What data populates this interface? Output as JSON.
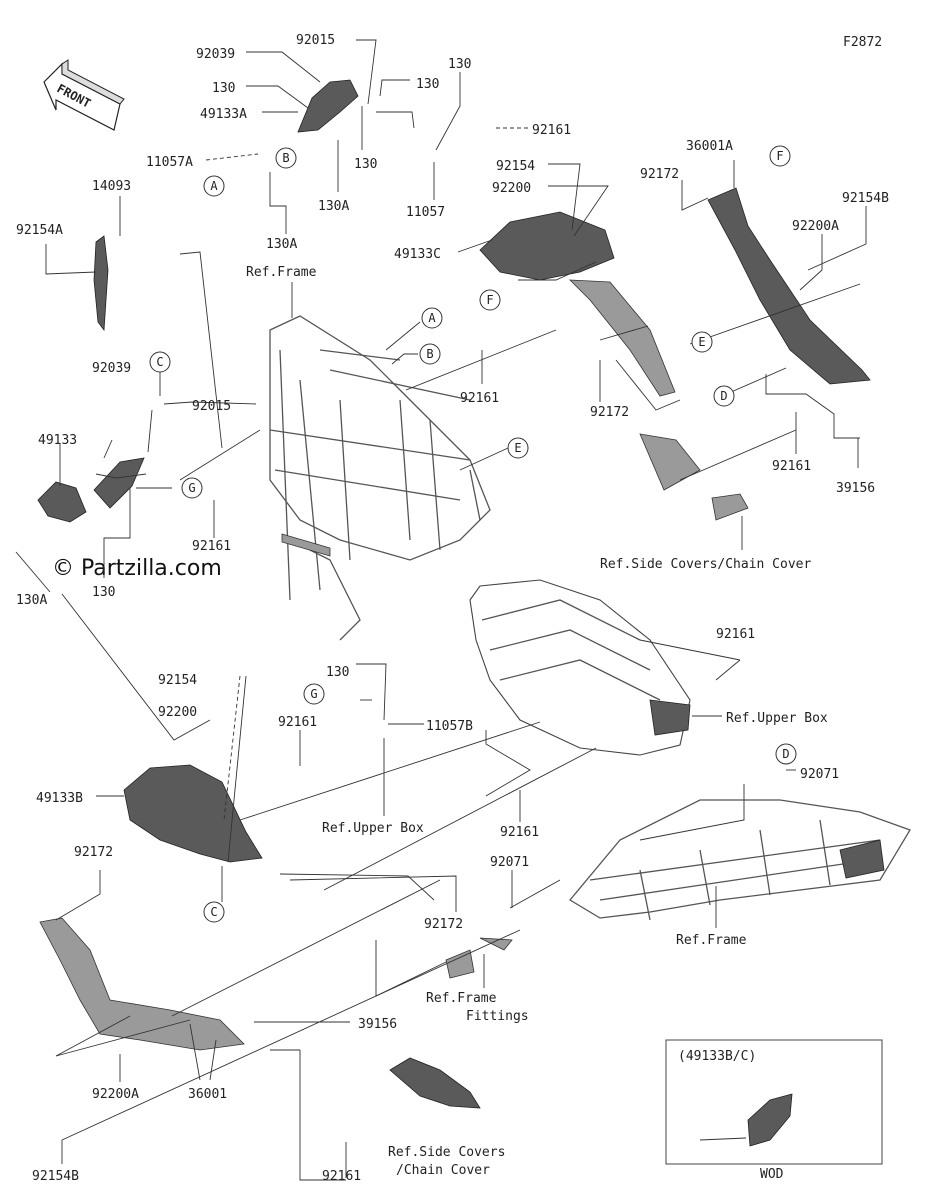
{
  "figure_code": "F2872",
  "front_label": "FRONT",
  "watermark": "© Partzilla.com",
  "inset": {
    "title": "(49133B/C)",
    "caption": "WOD"
  },
  "refs": {
    "frame_top": "Ref.Frame",
    "side_covers_top": "Ref.Side Covers/Chain Cover",
    "upper_box_right": "Ref.Upper Box",
    "upper_box_mid": "Ref.Upper Box",
    "frame_bottom": "Ref.Frame",
    "frame_fittings_1": "Ref.Frame",
    "frame_fittings_2": "Fittings",
    "side_covers_bottom_1": "Ref.Side Covers",
    "side_covers_bottom_2": "/Chain Cover"
  },
  "part_numbers": [
    "92039",
    "92015",
    "130",
    "49133A",
    "130",
    "130",
    "11057A",
    "130",
    "130A",
    "130A",
    "92161",
    "11057",
    "92154",
    "92200",
    "49133C",
    "92172",
    "36001A",
    "92154B",
    "92200A",
    "14093",
    "92154A",
    "92039",
    "92015",
    "49133",
    "92161",
    "130",
    "130A",
    "92161",
    "92172",
    "92161",
    "39156",
    "92161",
    "130",
    "92154",
    "92200",
    "92161",
    "11057B",
    "49133B",
    "92161",
    "92071",
    "92172",
    "92071",
    "92172",
    "39156",
    "92200A",
    "36001",
    "92154B",
    "92161"
  ],
  "callouts": [
    "A",
    "B",
    "A",
    "B",
    "C",
    "E",
    "F",
    "F",
    "E",
    "D",
    "G",
    "G",
    "D",
    "C"
  ]
}
